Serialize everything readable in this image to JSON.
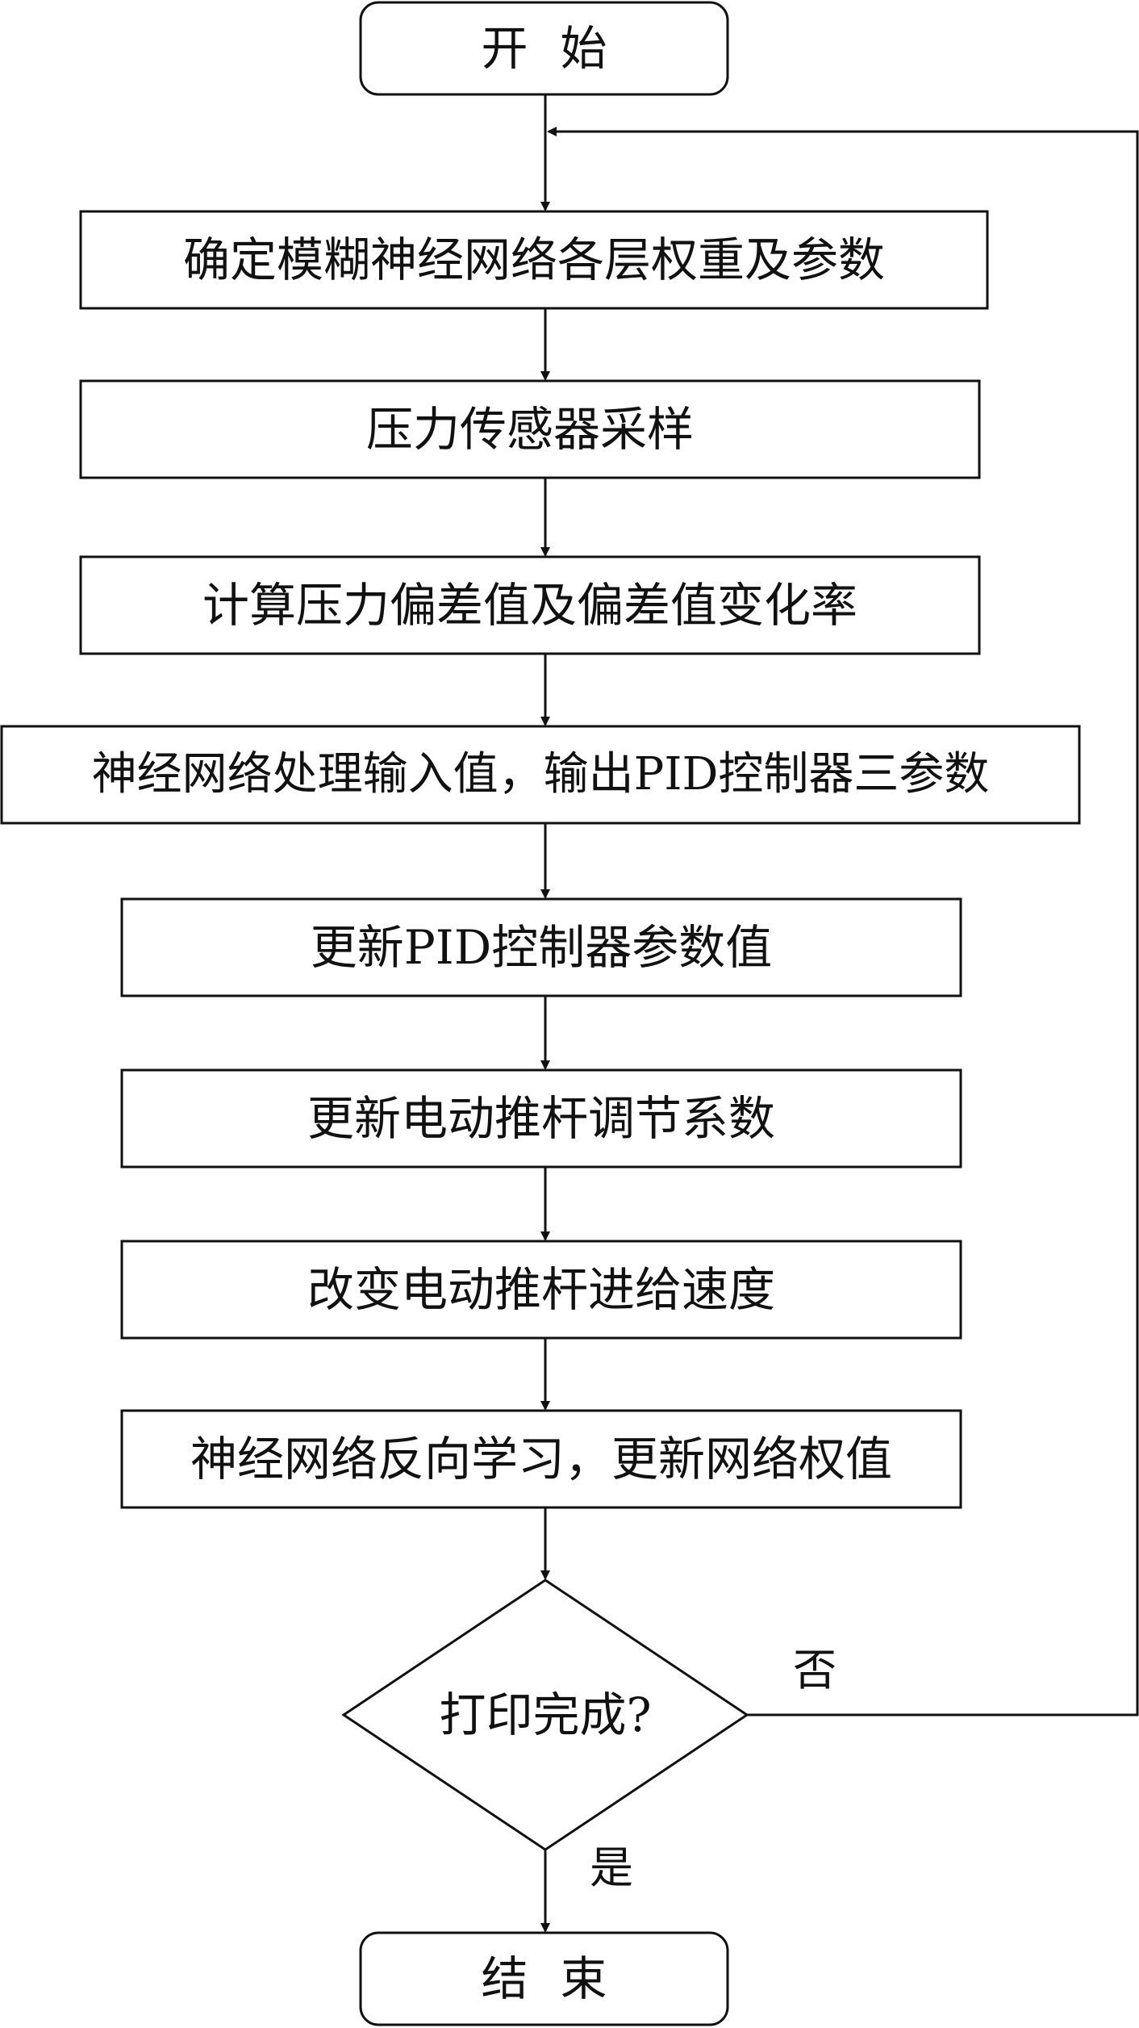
{
  "flowchart": {
    "start": "开始",
    "steps": [
      "确定模糊神经网络各层权重及参数",
      "压力传感器采样",
      "计算压力偏差值及偏差值变化率",
      "神经网络处理输入值，输出PID控制器三参数",
      "更新PID控制器参数值",
      "更新电动推杆调节系数",
      "改变电动推杆进给速度",
      "神经网络反向学习，更新网络权值"
    ],
    "decision": "打印完成?",
    "no_label": "否",
    "yes_label": "是",
    "end": "结束"
  },
  "colors": {
    "stroke": "#111111",
    "background": "#ffffff"
  }
}
